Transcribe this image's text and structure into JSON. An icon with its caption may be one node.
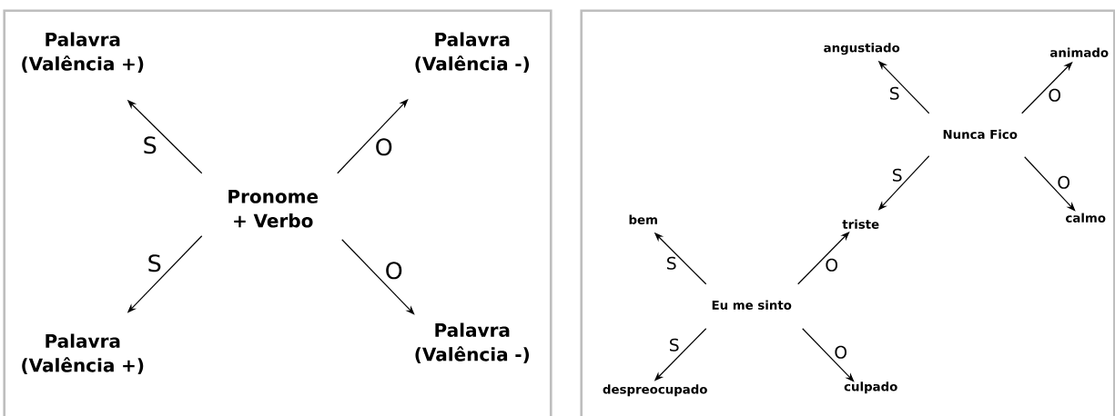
{
  "diagram": {
    "nodes": [
      {
        "text": [],
        "shape": "box"
      },
      {
        "text": [
          "Palavra (Valência +)"
        ],
        "in": 0
      },
      {
        "text": [
          "Palavra (Valência -)"
        ],
        "in": 0
      },
      {
        "text": [
          "Pronome + Verbo"
        ],
        "in": 0
      },
      {
        "text": [
          "Palavra (Valência +)"
        ],
        "in": 0
      },
      {
        "text": [
          "Palavra (Valência -)"
        ],
        "in": 0
      },
      {
        "text": [],
        "shape": "box"
      },
      {
        "text": [
          "angustiado"
        ],
        "in": 6
      },
      {
        "text": [
          "animado"
        ],
        "in": 6
      },
      {
        "text": [
          "Nunca Fico"
        ],
        "in": 6
      },
      {
        "text": [
          "bem"
        ],
        "in": 6
      },
      {
        "text": [
          "triste"
        ],
        "in": 6
      },
      {
        "text": [
          "calmo"
        ],
        "in": 6
      },
      {
        "text": [
          "Eu me sinto"
        ],
        "in": 6
      },
      {
        "text": [
          "despreocupado"
        ],
        "in": 6
      },
      {
        "text": [
          "culpado"
        ],
        "in": 6
      }
    ],
    "edges": [
      {
        "from": 3,
        "to": 1,
        "arrow": "to",
        "label": "S"
      },
      {
        "from": 3,
        "to": 2,
        "arrow": "to",
        "label": "O"
      },
      {
        "from": 3,
        "to": 4,
        "arrow": "to",
        "label": "S"
      },
      {
        "from": 3,
        "to": 5,
        "arrow": "to",
        "label": "O"
      },
      {
        "from": 9,
        "to": 7,
        "arrow": "to",
        "label": "S"
      },
      {
        "from": 9,
        "to": 8,
        "arrow": "to",
        "label": "O"
      },
      {
        "from": 9,
        "to": 11,
        "arrow": "to",
        "label": "S"
      },
      {
        "from": 9,
        "to": 12,
        "arrow": "to",
        "label": "O"
      },
      {
        "from": 13,
        "to": 10,
        "arrow": "to",
        "label": "S"
      },
      {
        "from": 13,
        "to": 11,
        "arrow": "to",
        "label": "O"
      },
      {
        "from": 13,
        "to": 14,
        "arrow": "to",
        "label": "S"
      },
      {
        "from": 13,
        "to": 15,
        "arrow": "to",
        "label": "O"
      }
    ]
  }
}
